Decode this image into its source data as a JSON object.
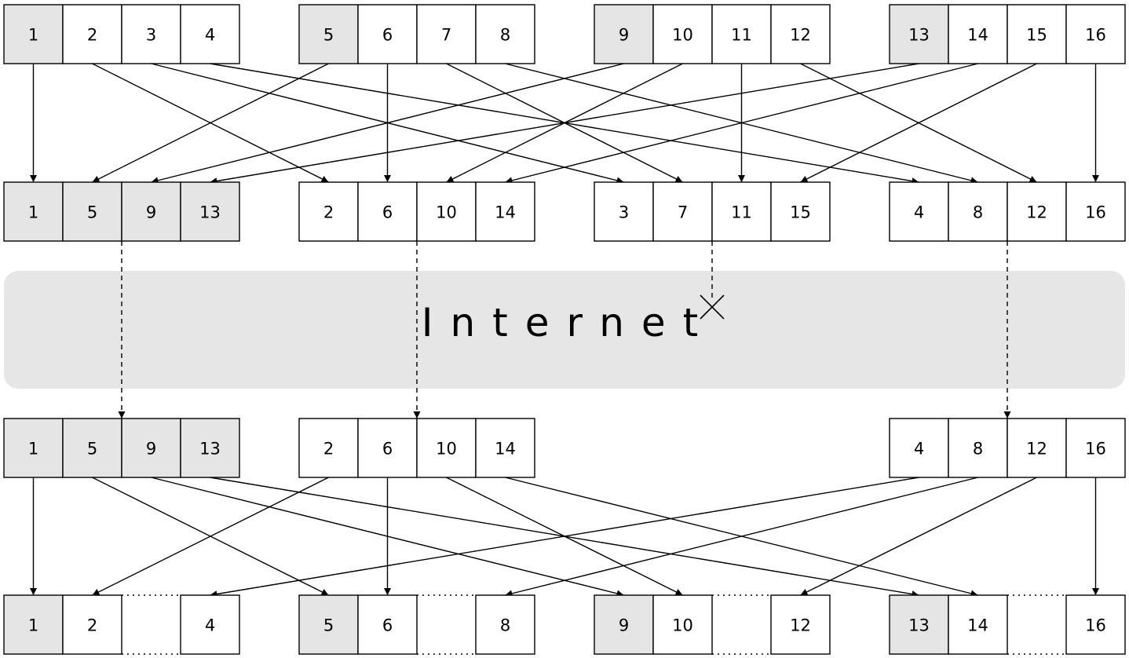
{
  "colors": {
    "shaded": "#e5e5e5",
    "plain": "#ffffff",
    "band": "#e6e6e6",
    "stroke": "#000000"
  },
  "network": {
    "label": "Internet",
    "lost_marker": "cross"
  },
  "rows": {
    "original": {
      "groups": [
        {
          "cells": [
            {
              "v": "1",
              "s": true
            },
            {
              "v": "2",
              "s": false
            },
            {
              "v": "3",
              "s": false
            },
            {
              "v": "4",
              "s": false
            }
          ]
        },
        {
          "cells": [
            {
              "v": "5",
              "s": true
            },
            {
              "v": "6",
              "s": false
            },
            {
              "v": "7",
              "s": false
            },
            {
              "v": "8",
              "s": false
            }
          ]
        },
        {
          "cells": [
            {
              "v": "9",
              "s": true
            },
            {
              "v": "10",
              "s": false
            },
            {
              "v": "11",
              "s": false
            },
            {
              "v": "12",
              "s": false
            }
          ]
        },
        {
          "cells": [
            {
              "v": "13",
              "s": true
            },
            {
              "v": "14",
              "s": false
            },
            {
              "v": "15",
              "s": false
            },
            {
              "v": "16",
              "s": false
            }
          ]
        }
      ]
    },
    "interleaved": {
      "groups": [
        {
          "cells": [
            {
              "v": "1",
              "s": true
            },
            {
              "v": "5",
              "s": true
            },
            {
              "v": "9",
              "s": true
            },
            {
              "v": "13",
              "s": true
            }
          ]
        },
        {
          "cells": [
            {
              "v": "2",
              "s": false
            },
            {
              "v": "6",
              "s": false
            },
            {
              "v": "10",
              "s": false
            },
            {
              "v": "14",
              "s": false
            }
          ]
        },
        {
          "cells": [
            {
              "v": "3",
              "s": false
            },
            {
              "v": "7",
              "s": false
            },
            {
              "v": "11",
              "s": false
            },
            {
              "v": "15",
              "s": false
            }
          ]
        },
        {
          "cells": [
            {
              "v": "4",
              "s": false
            },
            {
              "v": "8",
              "s": false
            },
            {
              "v": "12",
              "s": false
            },
            {
              "v": "16",
              "s": false
            }
          ]
        }
      ]
    },
    "received": {
      "groups": [
        {
          "cells": [
            {
              "v": "1",
              "s": true
            },
            {
              "v": "5",
              "s": true
            },
            {
              "v": "9",
              "s": true
            },
            {
              "v": "13",
              "s": true
            }
          ]
        },
        {
          "cells": [
            {
              "v": "2",
              "s": false
            },
            {
              "v": "6",
              "s": false
            },
            {
              "v": "10",
              "s": false
            },
            {
              "v": "14",
              "s": false
            }
          ]
        },
        null,
        {
          "cells": [
            {
              "v": "4",
              "s": false
            },
            {
              "v": "8",
              "s": false
            },
            {
              "v": "12",
              "s": false
            },
            {
              "v": "16",
              "s": false
            }
          ]
        }
      ]
    },
    "reconstructed": {
      "groups": [
        {
          "cells": [
            {
              "v": "1",
              "s": true
            },
            {
              "v": "2",
              "s": false
            },
            {
              "v": null,
              "missing": true
            },
            {
              "v": "4",
              "s": false
            }
          ]
        },
        {
          "cells": [
            {
              "v": "5",
              "s": true
            },
            {
              "v": "6",
              "s": false
            },
            {
              "v": null,
              "missing": true
            },
            {
              "v": "8",
              "s": false
            }
          ]
        },
        {
          "cells": [
            {
              "v": "9",
              "s": true
            },
            {
              "v": "10",
              "s": false
            },
            {
              "v": null,
              "missing": true
            },
            {
              "v": "12",
              "s": false
            }
          ]
        },
        {
          "cells": [
            {
              "v": "13",
              "s": true
            },
            {
              "v": "14",
              "s": false
            },
            {
              "v": null,
              "missing": true
            },
            {
              "v": "16",
              "s": false
            }
          ]
        }
      ]
    }
  },
  "transmissions": [
    {
      "group": 0,
      "lost": false
    },
    {
      "group": 1,
      "lost": false
    },
    {
      "group": 2,
      "lost": true
    },
    {
      "group": 3,
      "lost": false
    }
  ]
}
